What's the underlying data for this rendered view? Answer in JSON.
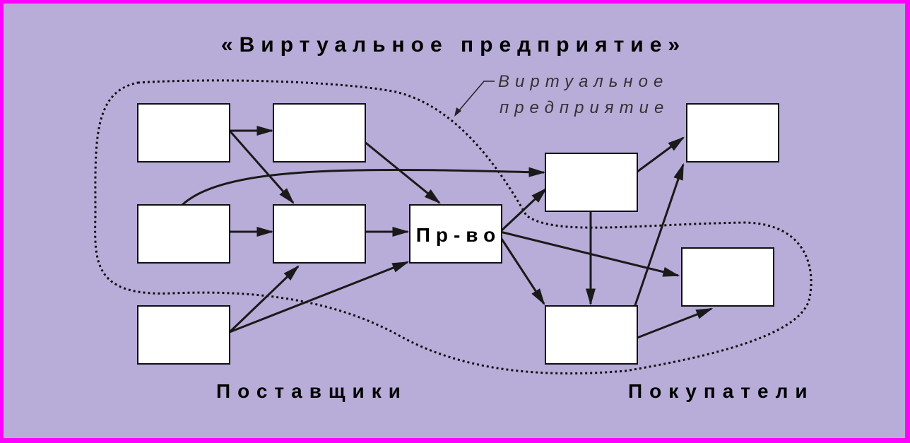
{
  "diagram": {
    "title": "«Виртуальное предприятие»",
    "callout": {
      "line1": "Виртуальное",
      "line2": "предприятие"
    },
    "groups": {
      "suppliers": "Поставщики",
      "buyers": "Покупатели"
    },
    "nodes": {
      "production": "Пр-во"
    },
    "colors": {
      "border": "#ff00ff",
      "background": "#b8acd8",
      "box_fill": "#ffffff",
      "line": "#1a1a1a"
    }
  }
}
